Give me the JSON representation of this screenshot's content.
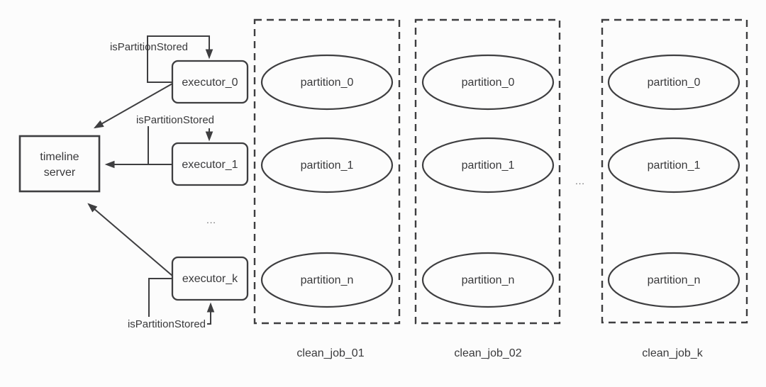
{
  "colors": {
    "stroke": "#3e3e40",
    "text": "#39393b",
    "background": "#fcfcfc"
  },
  "timeline_server": {
    "line1": "timeline",
    "line2": "server"
  },
  "executors": [
    {
      "label": "executor_0"
    },
    {
      "label": "executor_1"
    },
    {
      "label": "executor_k"
    }
  ],
  "labels": {
    "is_partition_stored": "isPartitionStored",
    "ellipsis": "..."
  },
  "clean_jobs": [
    {
      "label": "clean_job_01",
      "partitions": [
        "partition_0",
        "partition_1",
        "partition_n"
      ]
    },
    {
      "label": "clean_job_02",
      "partitions": [
        "partition_0",
        "partition_1",
        "partition_n"
      ]
    },
    {
      "label": "clean_job_k",
      "partitions": [
        "partition_0",
        "partition_1",
        "partition_n"
      ]
    }
  ]
}
